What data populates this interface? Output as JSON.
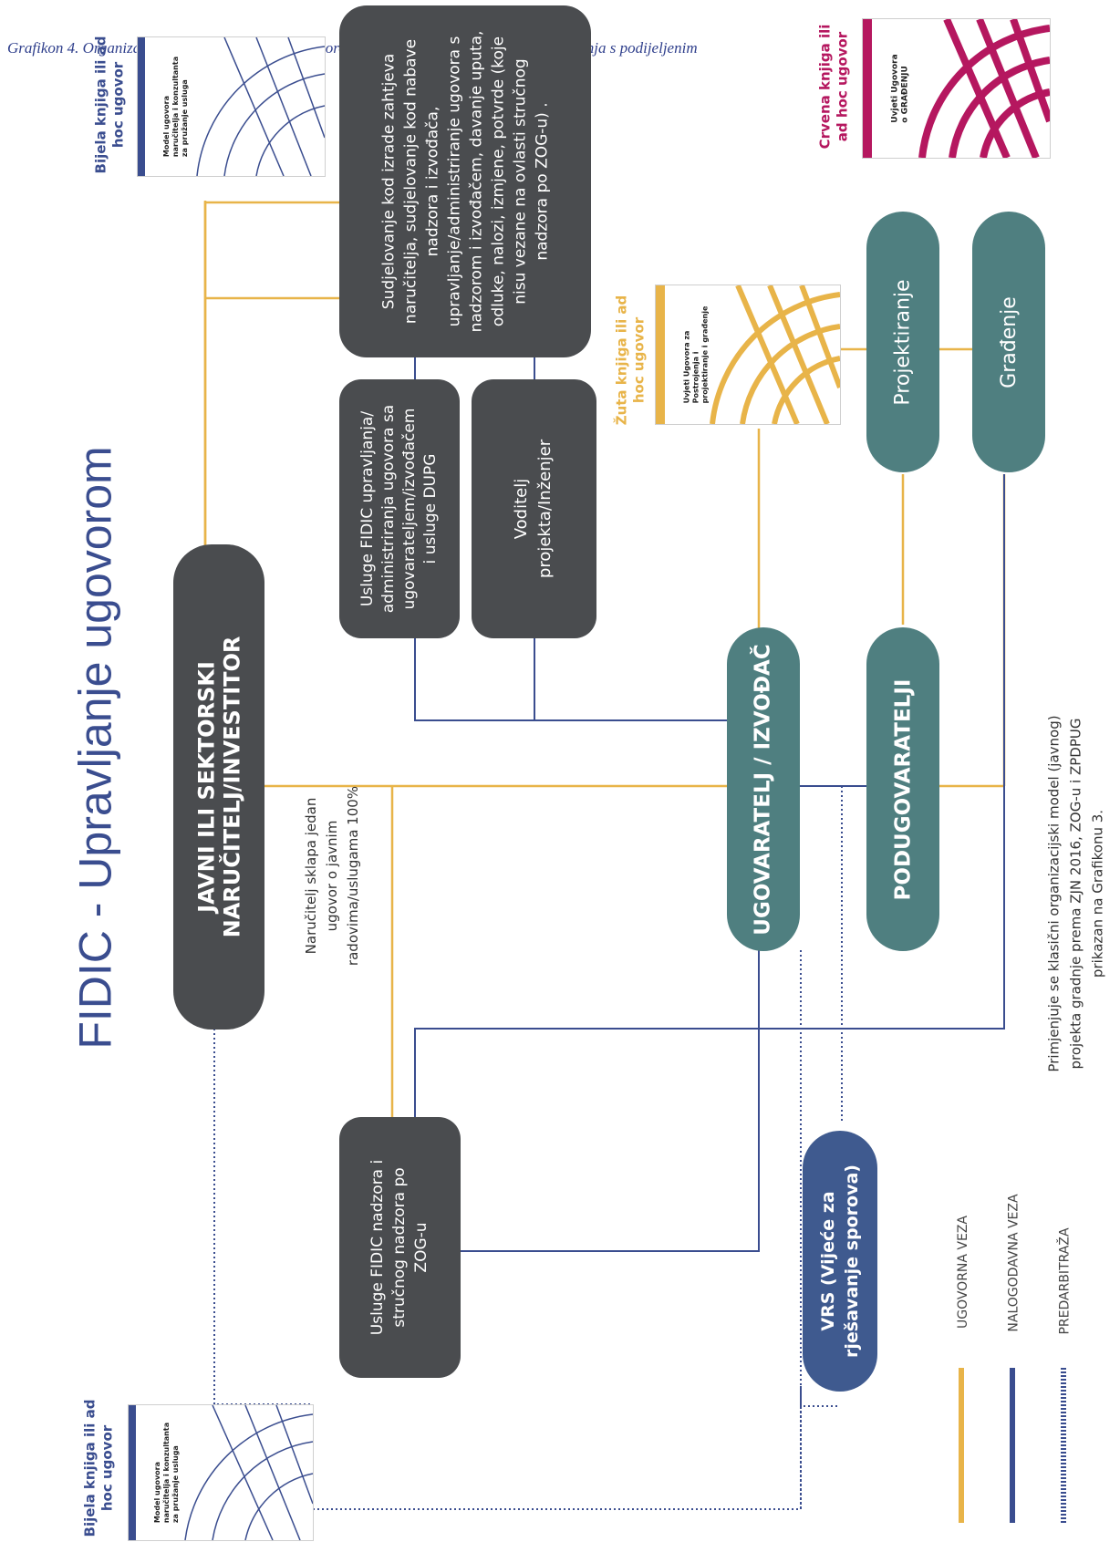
{
  "caption": "Grafikon 4. Organizacijski model upravljanja ugovorom pri primjeni FIDIC modela ugovaranja s podijeljenim",
  "title": "FIDIC - Upravljanje ugovorom",
  "nodes": {
    "investitor": [
      "JAVNI ILI SEKTORSKI",
      "NARUČITELJ/INVESTITOR"
    ],
    "sudjelovanje": [
      "Sudjelovanje kod izrade zahtjeva",
      "naručitelja, sudjelovanje kod nabave",
      "nadzora i izvođača,",
      "upravljanje/administriranje ugovora s",
      "nadzorom i izvođačem, davanje uputa,",
      "odluke, nalozi, izmjene, potvrde (koje",
      "nisu vezane na ovlasti stručnog",
      "nadzora po ZOG-u) ."
    ],
    "usluge_dupg": [
      "Usluge FIDIC upravljanja/",
      "administriranja ugovora sa",
      "ugovarateljem/izvođačem",
      "i usluge DUPG"
    ],
    "voditelj": [
      "Voditelj",
      "projekta/Inženjer"
    ],
    "ugovaratelj": "UGOVARATELJ / IZVOĐAČ",
    "podugovaratelji": "PODUGOVARATELJI",
    "projektiranje": "Projektiranje",
    "gradjenje": "Građenje",
    "usluge_nadzora": [
      "Usluge FIDIC nadzora i",
      "stručnog nadzora po",
      "ZOG-u"
    ],
    "vrs": [
      "VRS (Vijeće za",
      "rješavanje sporova)"
    ]
  },
  "notes": {
    "narucitelj": [
      "Naručitelj sklapa jedan",
      "ugovor o javnim",
      "radovima/uslugama 100%"
    ],
    "primjenjuje": [
      "Primjenjuje se klasični organizacijski model (javnog)",
      "projekta gradnje prema ZJN 2016, ZOG-u i ZPDPUG",
      "prikazan na Grafikonu 3."
    ]
  },
  "books": {
    "bijela_top": {
      "label": [
        "Bijela knjiga ili ad",
        "hoc ugovor"
      ],
      "cover_title": [
        "Model ugovora",
        "naručitelja i konzultanta",
        "za pružanje usluga"
      ]
    },
    "bijela_bottom": {
      "label": [
        "Bijela knjiga ili ad",
        "hoc ugovor"
      ],
      "cover_title": [
        "Model ugovora",
        "naručitelja i konzultanta",
        "za pružanje usluga"
      ]
    },
    "zuta": {
      "label": [
        "Žuta knjiga ili ad",
        "hoc ugovor"
      ],
      "cover_title": [
        "Uvjeti Ugovora za",
        "Postrojenja i",
        "projektiranje i građenje"
      ]
    },
    "crvena": {
      "label": [
        "Crvena knjiga ili",
        "ad hoc ugovor"
      ],
      "cover_title": [
        "Uvjeti Ugovora",
        "o GRAĐENJU"
      ]
    }
  },
  "legend": [
    {
      "label": "UGOVORNA VEZA",
      "color": "#e8b449",
      "style": "solid"
    },
    {
      "label": "NALOGODAVNA VEZA",
      "color": "#3a4d8f",
      "style": "solid"
    },
    {
      "label": "PREDARBITRAŽA",
      "color": "#3a4d8f",
      "style": "dotted"
    }
  ],
  "colors": {
    "ugovorna": "#e8b449",
    "nalogodavna": "#3a4d8f",
    "dark_box": "#4a4c4f",
    "teal_box": "#4f7f80",
    "vrs_box": "#3f5a8f",
    "crvena": "#b5175f",
    "bijela": "#3a4d8f",
    "zuta": "#e8b449"
  }
}
